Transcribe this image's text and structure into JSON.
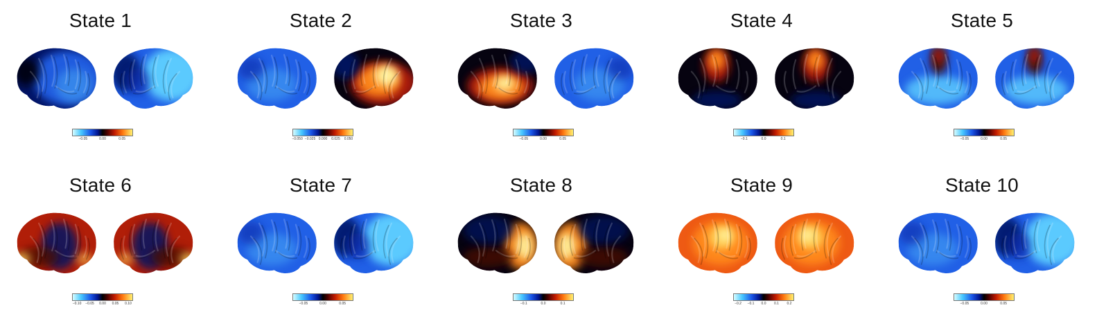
{
  "states": [
    {
      "title": "State 1",
      "left": "tb",
      "right": "bt",
      "ticks": [
        "-0.05",
        "0.00",
        "0.05"
      ]
    },
    {
      "title": "State 2",
      "left": "b",
      "right": "tf",
      "ticks": [
        "-0.050",
        "-0.025",
        "0.000",
        "0.025",
        "0.050"
      ]
    },
    {
      "title": "State 3",
      "left": "ft",
      "right": "b",
      "ticks": [
        "-0.05",
        "0.00",
        "0.05"
      ]
    },
    {
      "title": "State 4",
      "left": "k",
      "right": "k",
      "ticks": [
        "-0.1",
        "0.0",
        "0.1"
      ]
    },
    {
      "title": "State 5",
      "left": "bm",
      "right": "bm",
      "ticks": [
        "-0.05",
        "0.00",
        "0.05"
      ]
    },
    {
      "title": "State 6",
      "left": "r",
      "right": "r",
      "ticks": [
        "-0.10",
        "-0.05",
        "0.00",
        "0.05",
        "0.10"
      ]
    },
    {
      "title": "State 7",
      "left": "b",
      "right": "bt",
      "ticks": [
        "-0.05",
        "0.00",
        "0.05"
      ]
    },
    {
      "title": "State 8",
      "left": "ko",
      "right": "ko",
      "ticks": [
        "-0.1",
        "0.0",
        "0.1"
      ]
    },
    {
      "title": "State 9",
      "left": "o",
      "right": "o",
      "ticks": [
        "-0.2",
        "-0.1",
        "0.0",
        "0.1",
        "0.2"
      ]
    },
    {
      "title": "State 10",
      "left": "b",
      "right": "bt",
      "ticks": [
        "-0.05",
        "0.00",
        "0.05"
      ]
    }
  ]
}
